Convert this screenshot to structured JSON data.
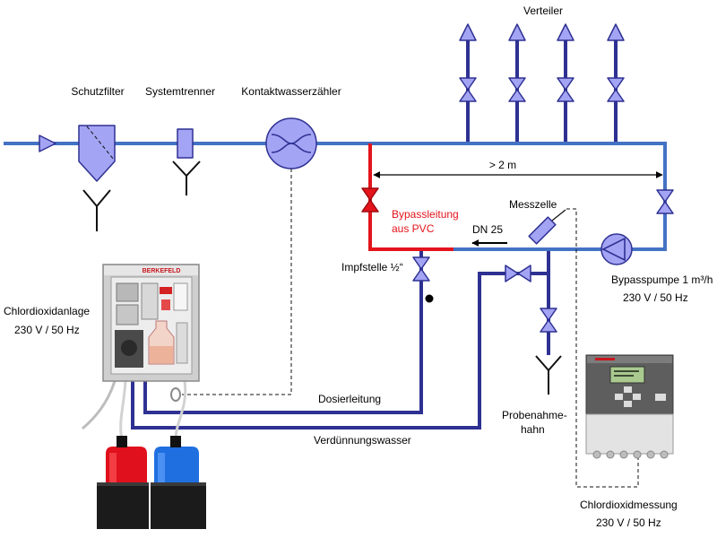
{
  "diagram": {
    "verteiler": {
      "label": "Verteiler"
    },
    "schutzfilter": {
      "label": "Schutzfilter"
    },
    "systemtrenner": {
      "label": "Systemtrenner"
    },
    "kontaktwasserzaehler": {
      "label": "Kontaktwasserzähler"
    },
    "bypass": {
      "distance_label": "> 2 m",
      "line_label_1": "Bypassleitung",
      "line_label_2": "aus PVC",
      "nominal_size": "DN 25"
    },
    "messzelle": {
      "label": "Messzelle"
    },
    "impfstelle": {
      "label": "Impfstelle ½“"
    },
    "bypasspumpe": {
      "label": "Bypasspumpe 1 m³/h",
      "power": "230 V / 50 Hz"
    },
    "chlordioxidanlage": {
      "label": "Chlordioxidanlage",
      "power": "230 V / 50 Hz",
      "brand": "BERKEFELD"
    },
    "dosierleitung": {
      "label": "Dosierleitung"
    },
    "verduennungswasser": {
      "label": "Verdünnungswasser"
    },
    "probenahmehahn": {
      "label_1": "Probenahme-",
      "label_2": "hahn"
    },
    "chlordioxidmessung": {
      "label": "Chlordioxidmessung",
      "power": "230 V / 50 Hz"
    }
  },
  "colors": {
    "pipe_main": "#4472c4",
    "pipe_secondary": "#2e3192",
    "bypass": "#e3141b",
    "symbol_fill": "#a4a4f4",
    "symbol_stroke": "#2e3192"
  }
}
